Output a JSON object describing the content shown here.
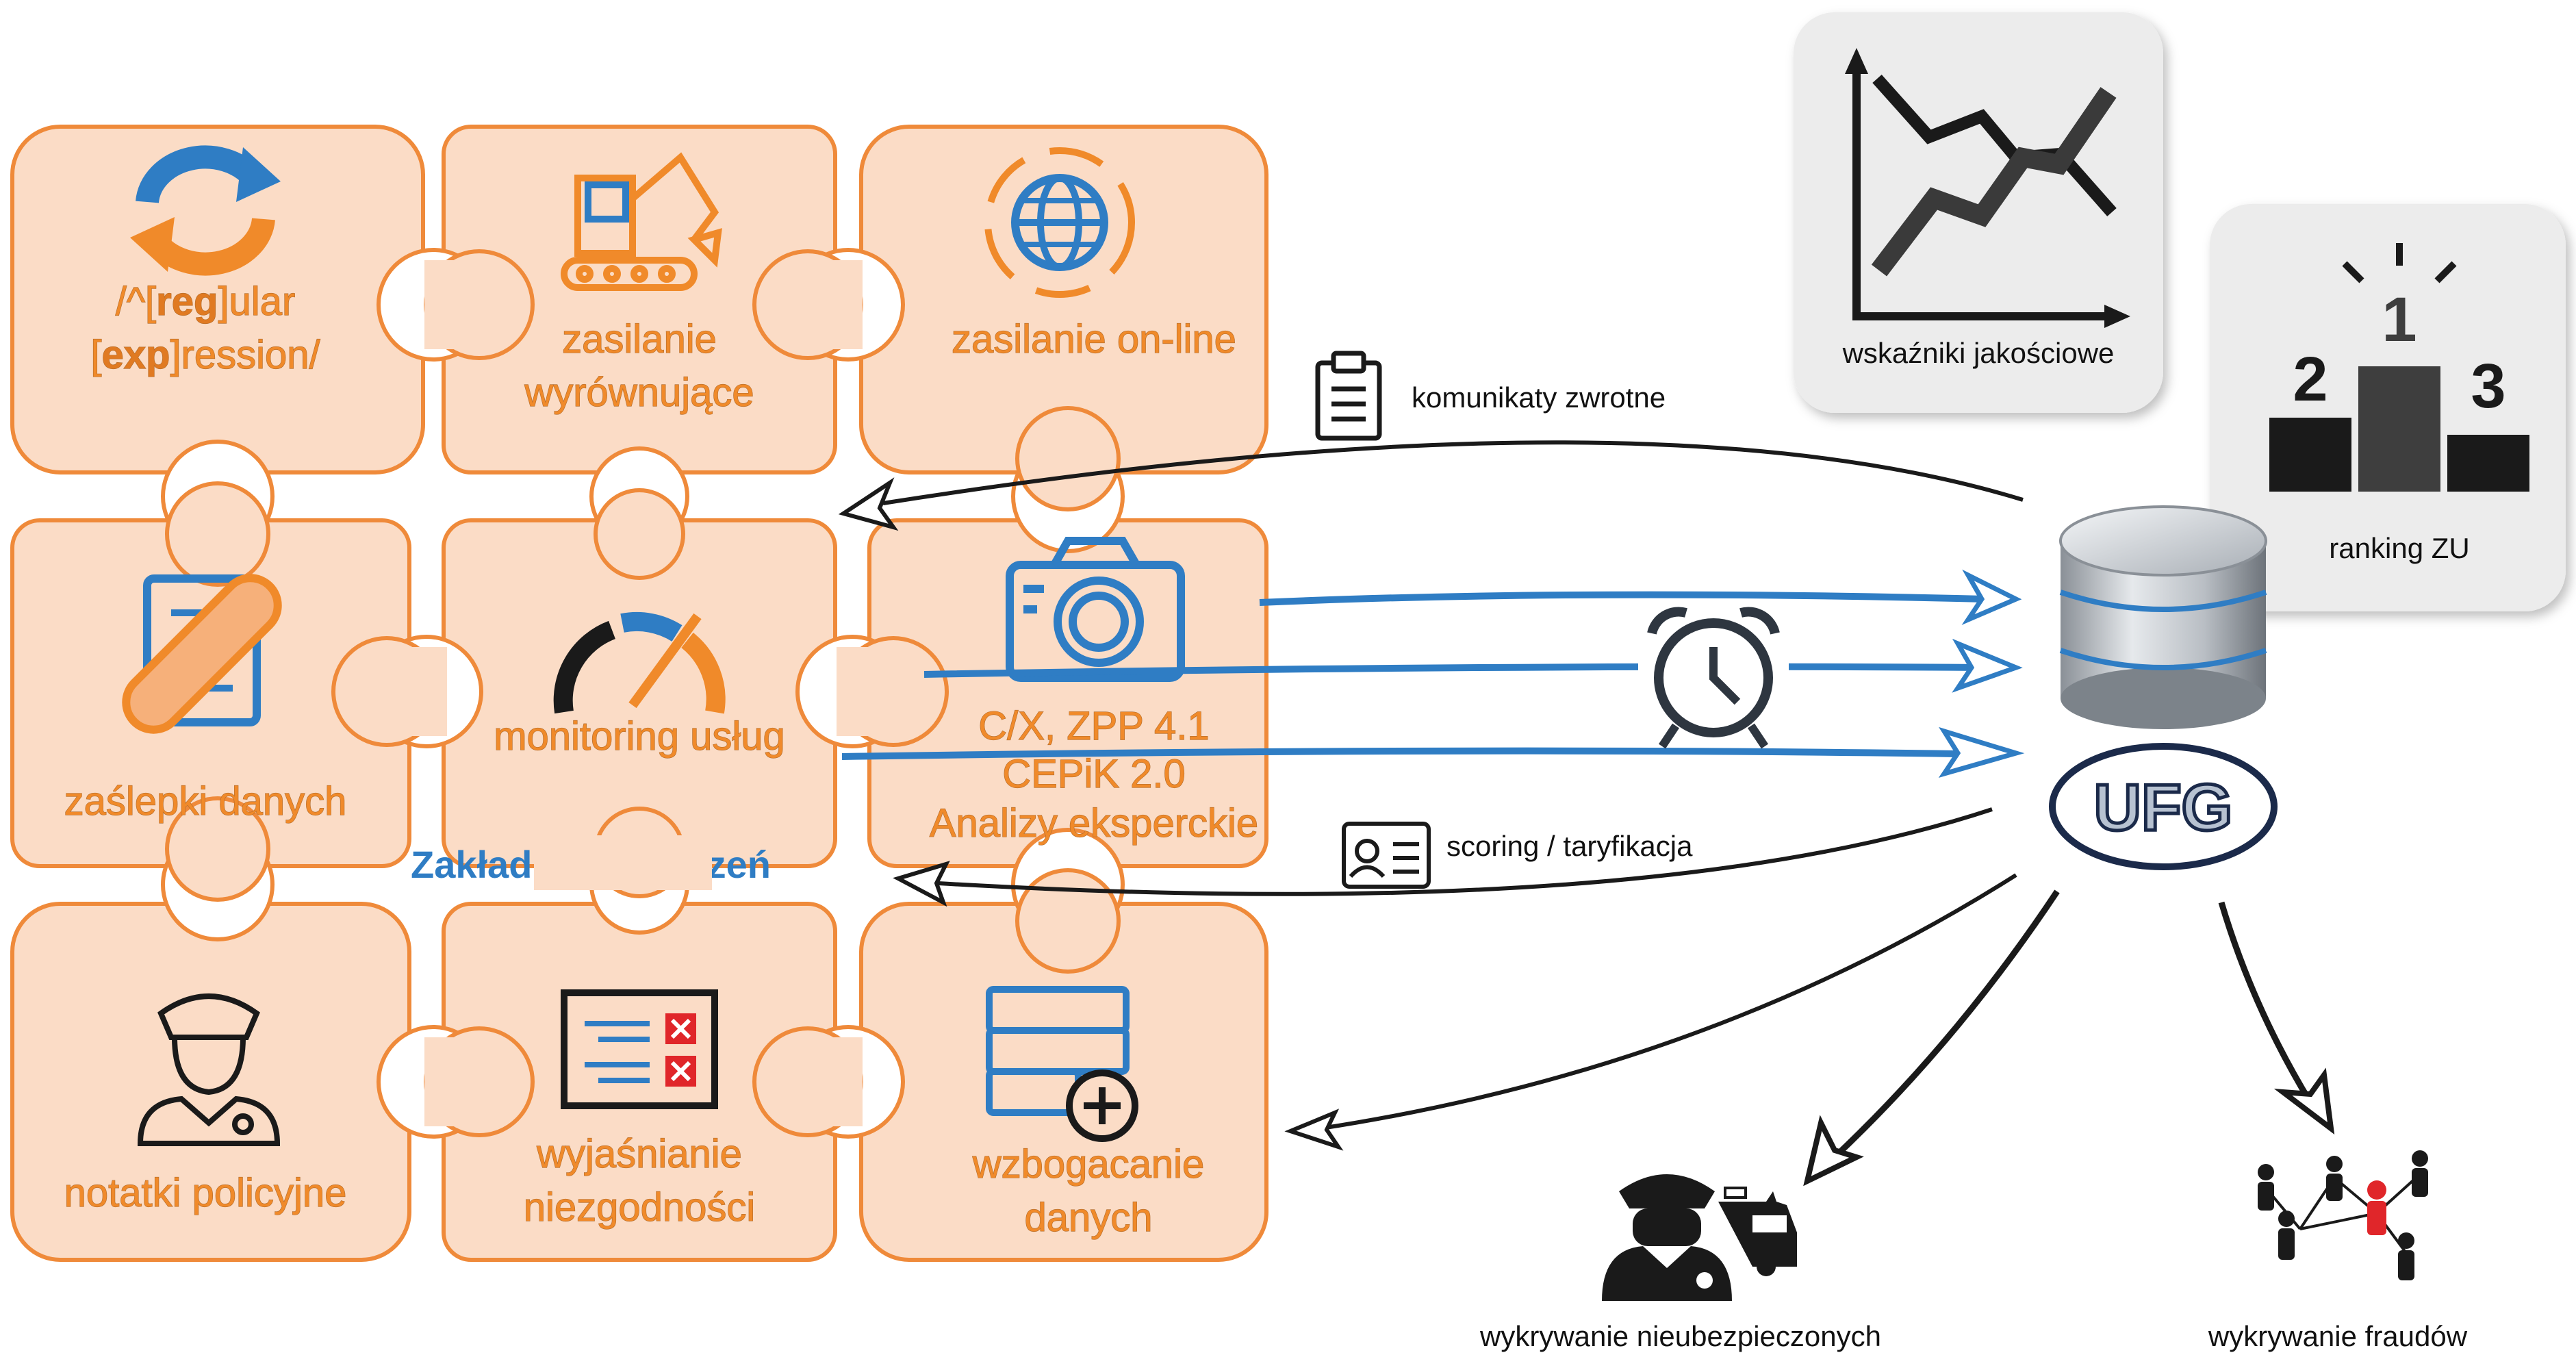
{
  "colors": {
    "puzzle_fill": "#fbdcc6",
    "puzzle_stroke": "#ef8a3a",
    "puzzle_text": "#f08a2a",
    "flow_blue": "#2f7dc4",
    "card_gray": "#ececec",
    "dark": "#222222",
    "accent_red": "#e0262a"
  },
  "puzzle": {
    "regex": {
      "line1_pre": "/^[",
      "line1_bold": "reg",
      "line1_post": "]ular",
      "line2_pre": "[",
      "line2_bold": "exp",
      "line2_post": "]ression/",
      "icon": "sync-arrows-icon"
    },
    "zasilanie_wyr": {
      "line1": "zasilanie",
      "line2": "wyrównujące",
      "icon": "excavator-icon"
    },
    "zasilanie_online": {
      "line1": "zasilanie on-line",
      "icon": "globe-sync-icon"
    },
    "zaslepki": {
      "line1": "zaślepki danych",
      "icon": "document-bandage-icon"
    },
    "monitoring": {
      "line1": "monitoring usług",
      "icon": "gauge-icon"
    },
    "cx": {
      "line1": "C/X, ZPP 4.1",
      "line2": "CEPiK 2.0",
      "line3": "Analizy eksperckie",
      "icon": "camera-icon"
    },
    "notatki": {
      "line1": "notatki policyjne",
      "icon": "police-officer-icon"
    },
    "wyjasnianie": {
      "line1": "wyjaśnianie",
      "line2": "niezgodności",
      "icon": "checklist-x-icon"
    },
    "wzbogacanie": {
      "line1": "wzbogacanie",
      "line2": "danych",
      "icon": "server-add-icon"
    },
    "hidden_title": "Zakład ubezpieczeń"
  },
  "flows": {
    "komunikaty": {
      "label": "komunikaty zwrotne",
      "icon": "clipboard-icon"
    },
    "scoring": {
      "label": "scoring / taryfikacja",
      "icon": "id-card-icon"
    },
    "scheduler_icon": "alarm-clock-icon"
  },
  "cards": {
    "wskazniki": {
      "label": "wskaźniki jakościowe",
      "icon": "line-chart-icon"
    },
    "ranking": {
      "label": "ranking ZU",
      "first": "1",
      "second": "2",
      "third": "3",
      "icon": "podium-icon"
    }
  },
  "hub": {
    "db_icon": "database-icon",
    "logo_text": "UFG"
  },
  "outputs": {
    "nieubezpieczeni": {
      "label": "wykrywanie nieubezpieczonych",
      "icon": "police-car-icon"
    },
    "fraudy": {
      "label": "wykrywanie fraudów",
      "icon": "fraud-network-icon"
    }
  }
}
